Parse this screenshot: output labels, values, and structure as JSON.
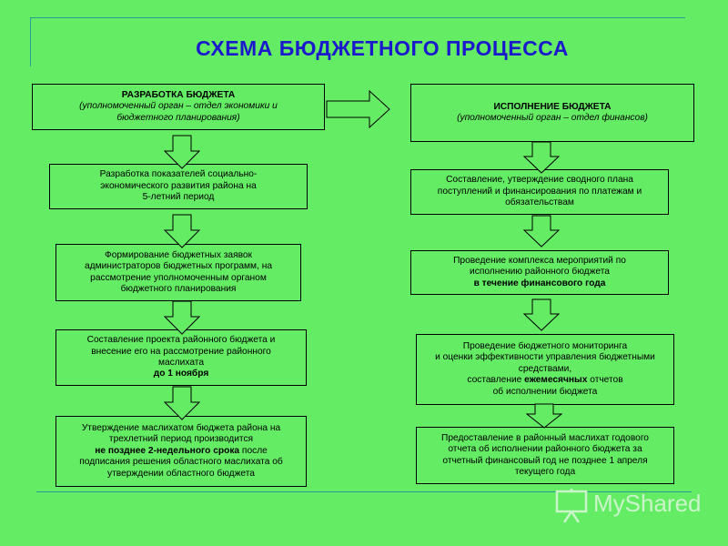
{
  "title": "СХЕМА БЮДЖЕТНОГО ПРОЦЕССА",
  "left": {
    "header": {
      "line1": "РАЗРАБОТКА БЮДЖЕТА",
      "line2": "(уполномоченный орган – отдел экономики и",
      "line3": "бюджетного планирования)"
    },
    "step1": {
      "line1": "Разработка показателей социально-",
      "line2": "экономического развития района на",
      "line3": "5-летний период"
    },
    "step2": {
      "line1": "Формирование бюджетных заявок",
      "line2": "администраторов бюджетных программ, на",
      "line3": "рассмотрение уполномоченным органом",
      "line4": "бюджетного планирования"
    },
    "step3": {
      "line1": "Составление проекта районного бюджета и",
      "line2": "внесение его на рассмотрение районного",
      "line3": "маслихата",
      "line4": "до 1 ноября"
    },
    "step4": {
      "line1": "Утверждение маслихатом бюджета района на",
      "line2": "трехлетний период производится",
      "line3_bold": "не позднее 2-недельного срока",
      "line3_rest": " после",
      "line4": "подписания решения областного маслихата об",
      "line5": "утверждении областного бюджета"
    }
  },
  "right": {
    "header": {
      "line1": "ИСПОЛНЕНИЕ БЮДЖЕТА",
      "line2": "(уполномоченный орган – отдел финансов)"
    },
    "step1": {
      "line1": "Составление, утверждение сводного плана",
      "line2": "поступлений и финансирования по платежам и",
      "line3": "обязательствам"
    },
    "step2": {
      "line1": "Проведение комплекса мероприятий по",
      "line2": "исполнению районного бюджета",
      "line3": "в течение финансового года"
    },
    "step3": {
      "line1": "Проведение бюджетного мониторинга",
      "line2": "и оценки эффективности управления бюджетными",
      "line3": "средствами,",
      "line4_pre": "составление ",
      "line4_bold": "ежемесячных",
      "line4_post": " отчетов",
      "line5": "об исполнении бюджета"
    },
    "step4": {
      "line1": "Предоставление в районный маслихат годового",
      "line2": "отчета об исполнении районного бюджета за",
      "line3": "отчетный финансовый год не позднее 1 апреля",
      "line4": "текущего года"
    }
  },
  "watermark": "MyShared",
  "colors": {
    "background": "#64ec64",
    "title": "#1a1acc",
    "rule": "#2a9a9a"
  }
}
